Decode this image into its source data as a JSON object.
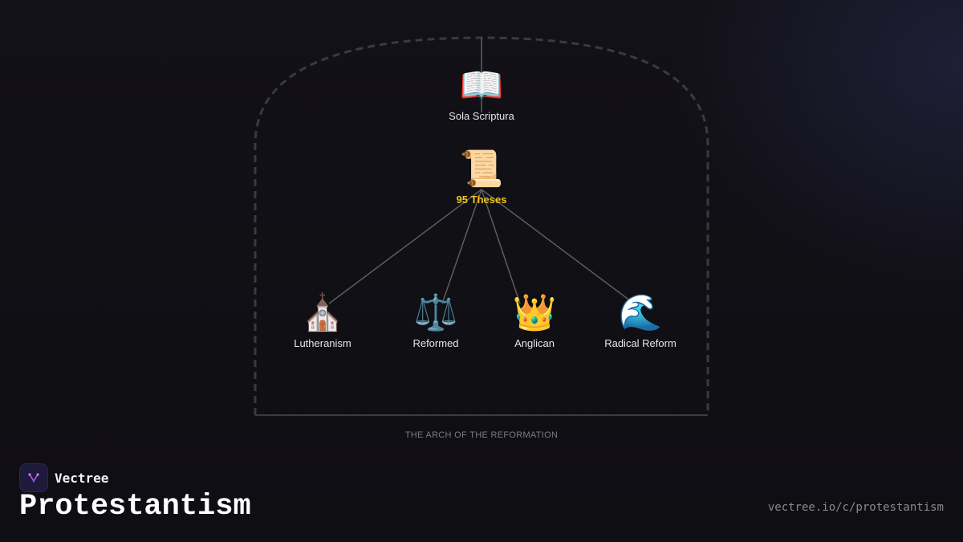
{
  "diagram": {
    "caption": "THE ARCH OF THE REFORMATION",
    "colors": {
      "arch_stroke": "#3a3a40",
      "edge_stroke": "#5c5c62",
      "root_label": "#f2c523",
      "label": "#e6e6e6"
    },
    "top": {
      "icon": "📖",
      "icon_name": "open-book-icon",
      "label": "Sola Scriptura"
    },
    "root": {
      "icon": "📜",
      "icon_name": "scroll-icon",
      "label": "95 Theses"
    },
    "branches": [
      {
        "icon": "⛪",
        "icon_name": "church-icon",
        "label": "Lutheranism"
      },
      {
        "icon": "⚖️",
        "icon_name": "scales-icon",
        "label": "Reformed"
      },
      {
        "icon": "👑",
        "icon_name": "crown-icon",
        "label": "Anglican"
      },
      {
        "icon": "🌊",
        "icon_name": "wave-icon",
        "label": "Radical Reform"
      }
    ]
  },
  "brand": {
    "name": "Vectree",
    "logo_icon": "vectree-logo-icon",
    "accent": "#b45cf0"
  },
  "page": {
    "title": "Protestantism",
    "url": "vectree.io/c/protestantism"
  }
}
